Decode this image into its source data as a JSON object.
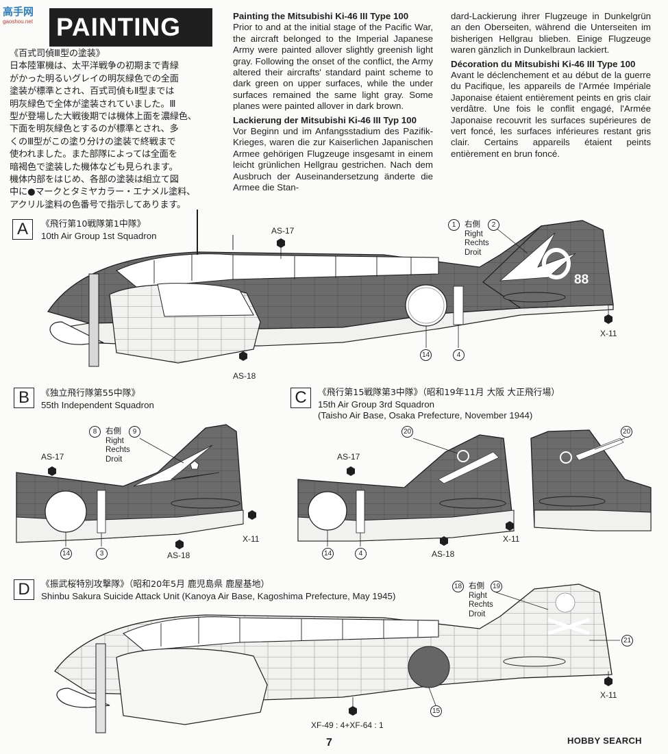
{
  "header": {
    "title": "PAINTING",
    "logo_cn": "高手网",
    "logo_url": "gaoshou.net"
  },
  "intro_jp": {
    "title": "《百式司偵Ⅲ型の塗装》",
    "lines": [
      "日本陸軍機は、太平洋戦争の初期まで青緑",
      "がかった明るいグレイの明灰緑色での全面",
      "塗装が標準とされ、百式司偵もⅡ型までは",
      "明灰緑色で全体が塗装されていました。Ⅲ",
      "型が登場した大戦後期では機体上面を濃緑色、",
      "下面を明灰緑色とするのが標準とされ、多",
      "くのⅢ型がこの塗り分けの塗装で終戦まで",
      "使われました。また部隊によっては全面を",
      "暗褐色で塗装した機体なども見られます。",
      "機体内部をはじめ、各部の塗装は組立て図",
      "中に●マークとタミヤカラー・エナメル塗料、",
      "アクリル塗料の色番号で指示してあります。"
    ]
  },
  "english": {
    "heading": "Painting the Mitsubishi Ki-46 III Type 100",
    "body": "Prior to and at the initial stage of the Pacific War, the aircraft belonged to the Imperial Japanese Army were painted allover slightly greenish light gray. Following the onset of the conflict, the Army altered their aircrafts' standard paint scheme to dark green on upper surfaces, while the under surfaces remained the same light gray. Some planes were painted allover in dark brown."
  },
  "german": {
    "heading": "Lackierung der Mitsubishi Ki-46 III Typ 100",
    "body_part1": "Vor Beginn und im Anfangsstadium des Pazifik-Krieges, waren die zur Kaiserlichen Japanischen Armee gehörigen Flugzeuge insgesamt in einem leicht grünlichen Hellgrau gestrichen. Nach dem Ausbruch der Auseinandersetzung änderte die Armee die Stan-",
    "body_part2": "dard-Lackierung ihrer Flugzeuge in Dunkelgrün an den Oberseiten, während die Unterseiten im bisherigen Hellgrau blieben. Einige Flugzeuge waren gänzlich in Dunkelbraun lackiert."
  },
  "french": {
    "heading": "Décoration du Mitsubishi Ki-46 III Type 100",
    "body": "Avant le déclenchement et au début de la guerre du Pacifique, les appareils de l'Armée Impériale Japonaise étaient entièrement peints en gris clair verdâtre. Une fois le conflit engagé, l'Armée Japonaise recouvrit les surfaces supérieures de vert foncé, les surfaces inférieures restant gris clair. Certains appareils étaient peints entièrement en brun foncé."
  },
  "sections": {
    "A": {
      "letter": "A",
      "title_jp": "《飛行第10戦隊第1中隊》",
      "title_en": "10th Air Group 1st Squadron",
      "tail_number": "88",
      "callouts": {
        "n1": "1",
        "n2": "2",
        "side": [
          "右側",
          "Right",
          "Rechts",
          "Droit"
        ],
        "n14": "14",
        "n4": "4"
      },
      "paints": {
        "upper": "AS-17",
        "lower": "AS-18",
        "tip": "X-11"
      }
    },
    "B": {
      "letter": "B",
      "title_jp": "《独立飛行隊第55中隊》",
      "title_en": "55th Independent Squadron",
      "callouts": {
        "n8": "8",
        "n9": "9",
        "side": [
          "右側",
          "Right",
          "Rechts",
          "Droit"
        ],
        "n14": "14",
        "n3": "3"
      },
      "paints": {
        "upper": "AS-17",
        "lower": "AS-18",
        "tip": "X-11"
      }
    },
    "C": {
      "letter": "C",
      "title_jp": "《飛行第15戦隊第3中隊》（昭和19年11月 大阪 大正飛行場）",
      "title_en": "15th Air Group 3rd Squadron",
      "title_en2": "(Taisho Air Base, Osaka Prefecture, November 1944)",
      "callouts": {
        "n20a": "20",
        "n20b": "20",
        "n14": "14",
        "n4": "4"
      },
      "paints": {
        "upper": "AS-17",
        "lower": "AS-18",
        "tip": "X-11"
      }
    },
    "D": {
      "letter": "D",
      "title_jp": "《振武桜特別攻撃隊》（昭和20年5月 鹿児島県 鹿屋基地）",
      "title_en": "Shinbu Sakura Suicide Attack Unit (Kanoya Air Base, Kagoshima Prefecture, May 1945)",
      "callouts": {
        "n18": "18",
        "n19": "19",
        "side": [
          "右側",
          "Right",
          "Rechts",
          "Droit"
        ],
        "n21": "21",
        "n15": "15"
      },
      "paints": {
        "mix": "XF-49 : 4+XF-64 : 1",
        "tip": "X-11"
      }
    }
  },
  "footer": {
    "page_number": "7",
    "watermark": "HOBBY SEARCH"
  },
  "colors": {
    "dark_green": "#6b6b6b",
    "light_gray": "#f1f1ef",
    "ink": "#1e1e1e"
  }
}
